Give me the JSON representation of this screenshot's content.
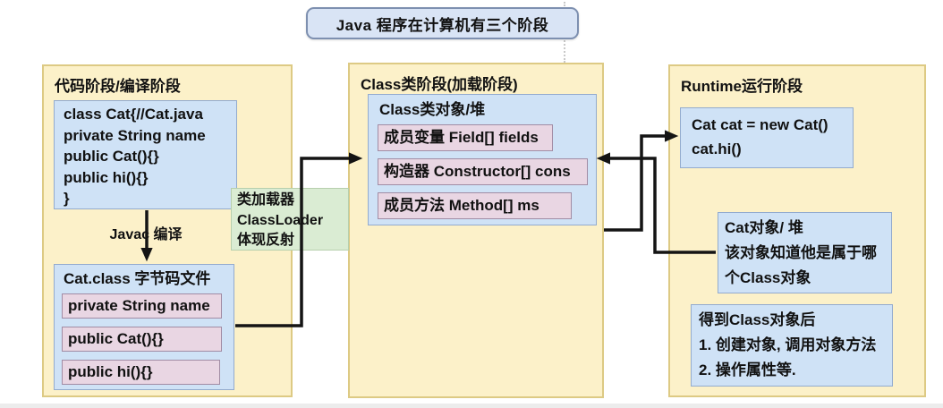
{
  "diagram_title": "Java 程序在计算机有三个阶段",
  "panels": {
    "code": {
      "title": "代码阶段/编译阶段",
      "source_box": {
        "lines": [
          "class Cat{//Cat.java",
          "private String name",
          "public Cat(){}",
          "public hi(){}",
          "}"
        ]
      },
      "compile_label": "Javac 编译",
      "bytecode_box": {
        "title": "Cat.class 字节码文件",
        "members": [
          "private String name",
          "public Cat(){}",
          "public hi(){}"
        ]
      }
    },
    "class_stage": {
      "title": "Class类阶段(加载阶段)",
      "heap_box": {
        "title": "Class类对象/堆",
        "members": [
          "成员变量 Field[] fields",
          "构造器 Constructor[] cons",
          "成员方法 Method[] ms"
        ]
      }
    },
    "runtime": {
      "title": "Runtime运行阶段",
      "code_box": {
        "lines": [
          "Cat cat = new Cat()",
          "cat.hi()"
        ]
      },
      "object_box": {
        "lines": [
          "Cat对象/ 堆",
          "该对象知道他是属于哪",
          "个Class对象"
        ]
      },
      "note_box": {
        "lines": [
          "得到Class对象后",
          "1. 创建对象, 调用对象方法",
          "2. 操作属性等."
        ]
      }
    }
  },
  "classloader_box": {
    "lines": [
      "类加载器",
      "ClassLoader",
      "体现反射"
    ]
  },
  "colors": {
    "panel-yellow": "#fcf1c9",
    "panel-border": "#ddca84",
    "box-blue": "#cfe2f6",
    "box-blue-border": "#93abce",
    "box-pink": "#e9d6e3",
    "box-pink-border": "#a18ca4",
    "box-green": "#daecd3",
    "box-green-border": "#b7cfad",
    "title-fill": "#d9e4f5",
    "title-border": "#7e90b0",
    "connector": "#141414"
  }
}
